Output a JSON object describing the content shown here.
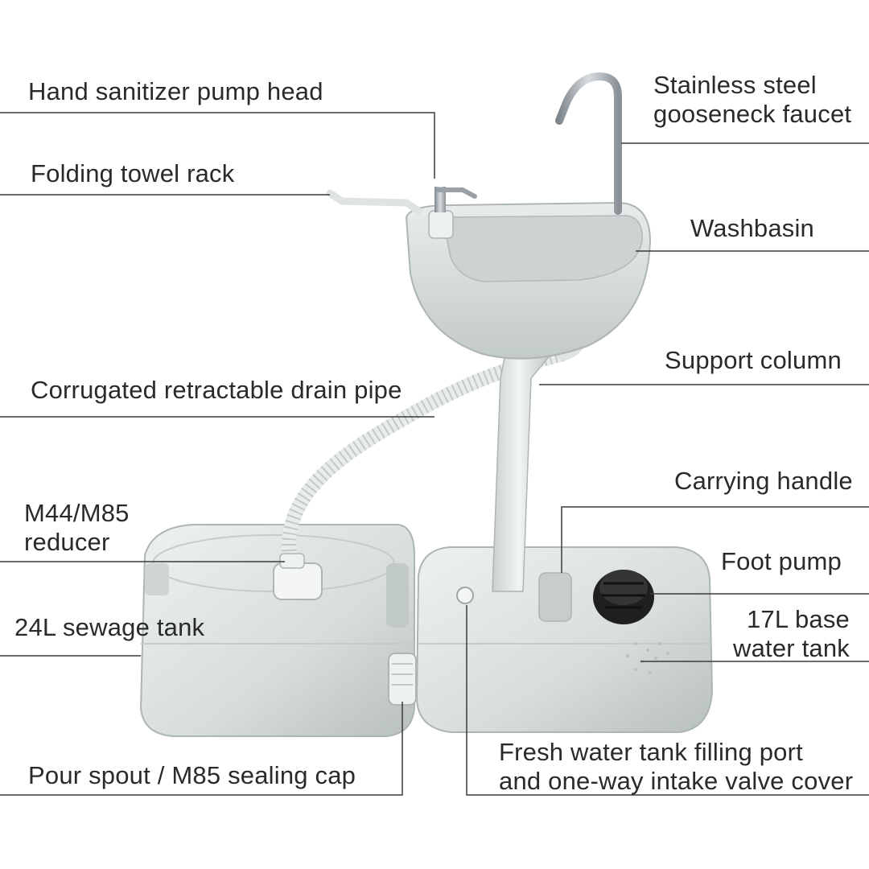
{
  "colors": {
    "text": "#2a2a2a",
    "leader_line": "#3a3a3a",
    "plastic": "#dde2e2",
    "plastic_shadow": "#b9c0c0",
    "steel": "#a9b0b6",
    "pump_knob": "#1f1f1f"
  },
  "labels": {
    "hand_sanitizer_pump_head": "Hand sanitizer pump head",
    "folding_towel_rack": "Folding towel rack",
    "faucet_line1": "Stainless steel",
    "faucet_line2": "gooseneck faucet",
    "washbasin": "Washbasin",
    "support_column": "Support column",
    "drain_pipe": "Corrugated retractable drain pipe",
    "carrying_handle": "Carrying handle",
    "reducer_line1": "M44/M85",
    "reducer_line2": "reducer",
    "foot_pump": "Foot pump",
    "sewage_tank": "24L sewage tank",
    "base_tank_line1": "17L base",
    "base_tank_line2": "water tank",
    "pour_spout": "Pour spout / M85 sealing cap",
    "filling_port_line1": "Fresh water tank filling port",
    "filling_port_line2": "and one-way intake valve cover"
  }
}
